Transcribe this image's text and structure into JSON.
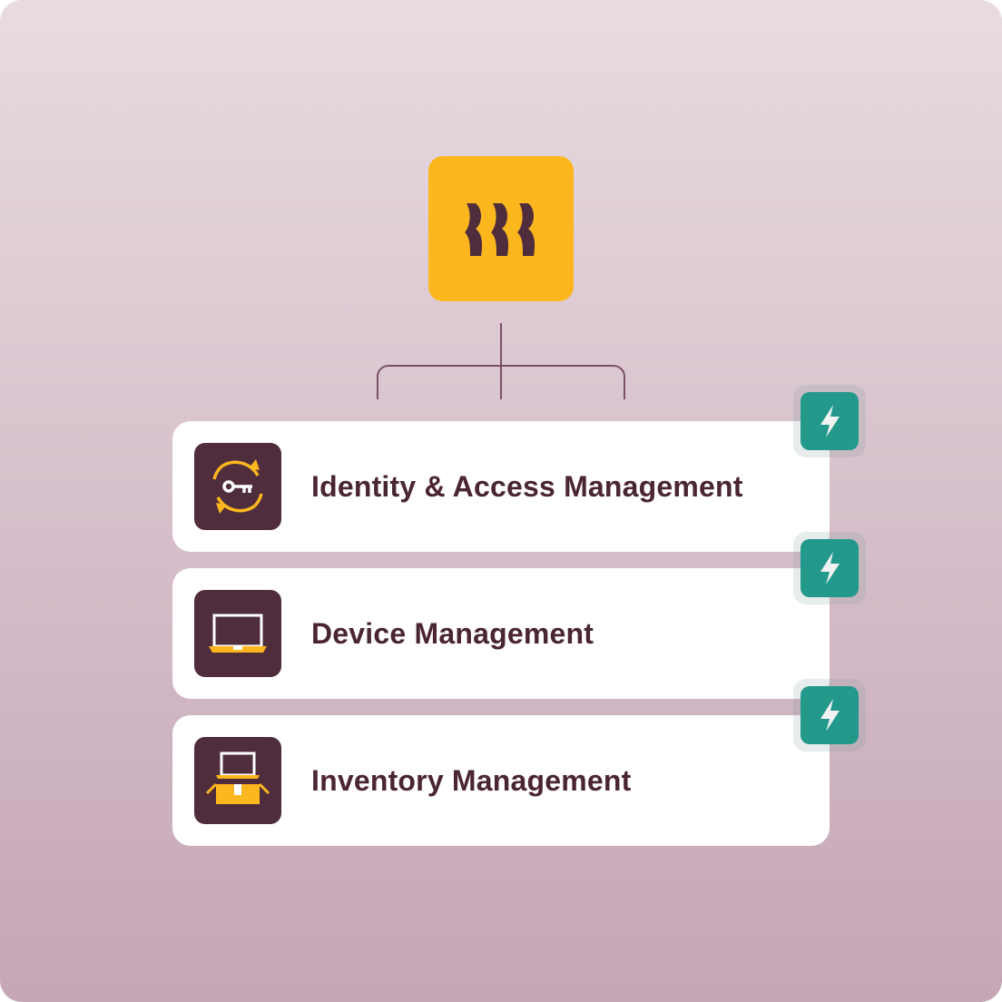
{
  "logo": {
    "icon": "brand-waves-icon",
    "bg": "#fdb71e",
    "fg": "#4f2d3d"
  },
  "items": [
    {
      "label": "Identity & Access Management",
      "icon": "key-rotate-icon"
    },
    {
      "label": "Device Management",
      "icon": "laptop-icon"
    },
    {
      "label": "Inventory Management",
      "icon": "laptop-box-icon"
    }
  ],
  "badge": {
    "icon": "lightning-bolt-icon",
    "color": "#22998b"
  }
}
